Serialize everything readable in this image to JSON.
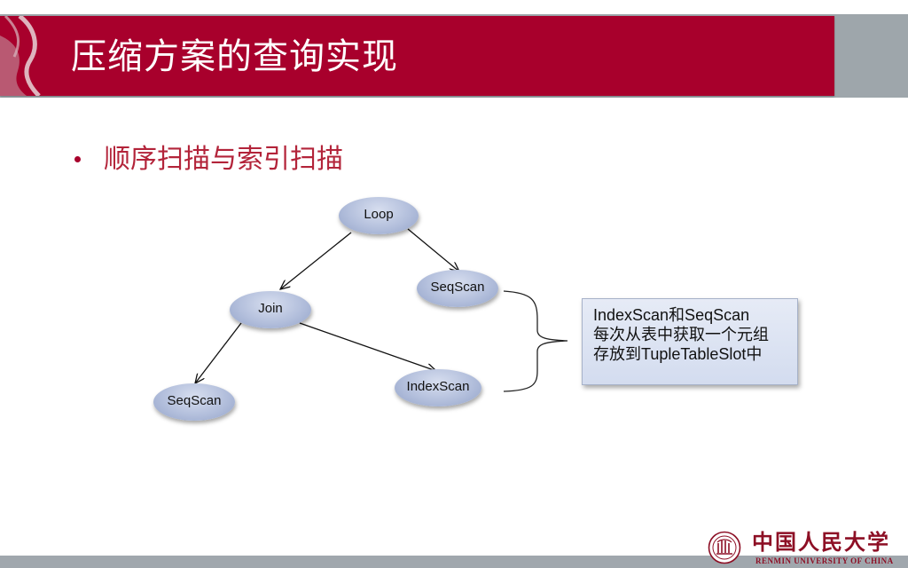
{
  "slide": {
    "title": "压缩方案的查询实现",
    "bullet": "顺序扫描与索引扫描"
  },
  "diagram": {
    "nodes": {
      "loop": "Loop",
      "seqscan_right": "SeqScan",
      "join": "Join",
      "seqscan_left": "SeqScan",
      "indexscan": "IndexScan"
    },
    "callout": {
      "lines": [
        "IndexScan和SeqScan",
        "每次从表中获取一个元组",
        "存放到TupleTableSlot中"
      ]
    }
  },
  "logo": {
    "chinese_name": "中国人民大学",
    "english_name": "RENMIN UNIVERSITY OF CHINA",
    "seal_icon": "university-seal-icon"
  },
  "colors": {
    "brand_red": "#a8002c",
    "band_gray": "#9ea6ab",
    "bullet_text": "#b3243a",
    "node_fill": "#b3bfdc",
    "callout_fill": "#dde4f3"
  }
}
